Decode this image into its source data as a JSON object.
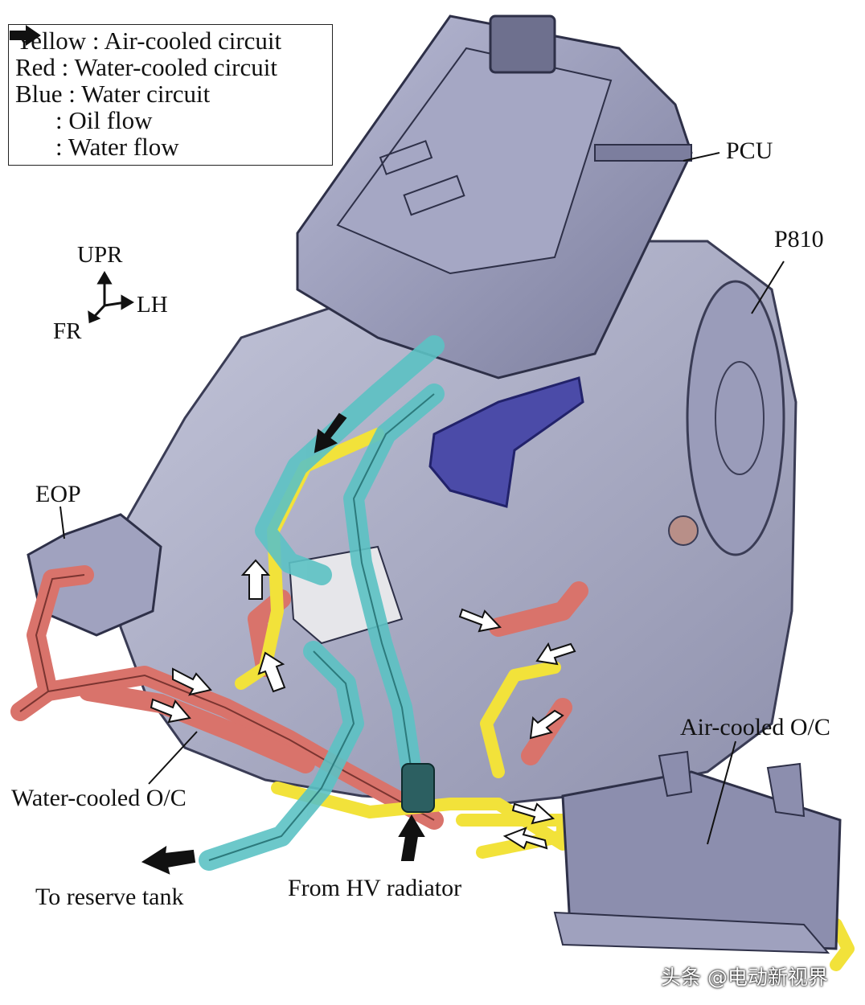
{
  "legend": {
    "yellow": "Yellow : Air-cooled circuit",
    "red": "Red : Water-cooled circuit",
    "blue": "Blue : Water circuit",
    "oil": ": Oil flow",
    "water": ": Water flow"
  },
  "orientation": {
    "up": "UPR",
    "left": "LH",
    "front": "FR"
  },
  "labels": {
    "pcu": "PCU",
    "p810": "P810",
    "eop": "EOP",
    "air_cooled_oc": "Air-cooled O/C",
    "water_cooled_oc": "Water-cooled O/C",
    "to_reserve_tank": "To reserve tank",
    "from_hv_radiator": "From HV radiator"
  },
  "watermark": "头条 @电动新视界",
  "colors": {
    "yellow_circuit": "#f2e23a",
    "red_circuit": "#d9736b",
    "blue_circuit": "#5cc2c4",
    "housing": "#a7a9c2",
    "bracket": "#4b4ba8"
  }
}
